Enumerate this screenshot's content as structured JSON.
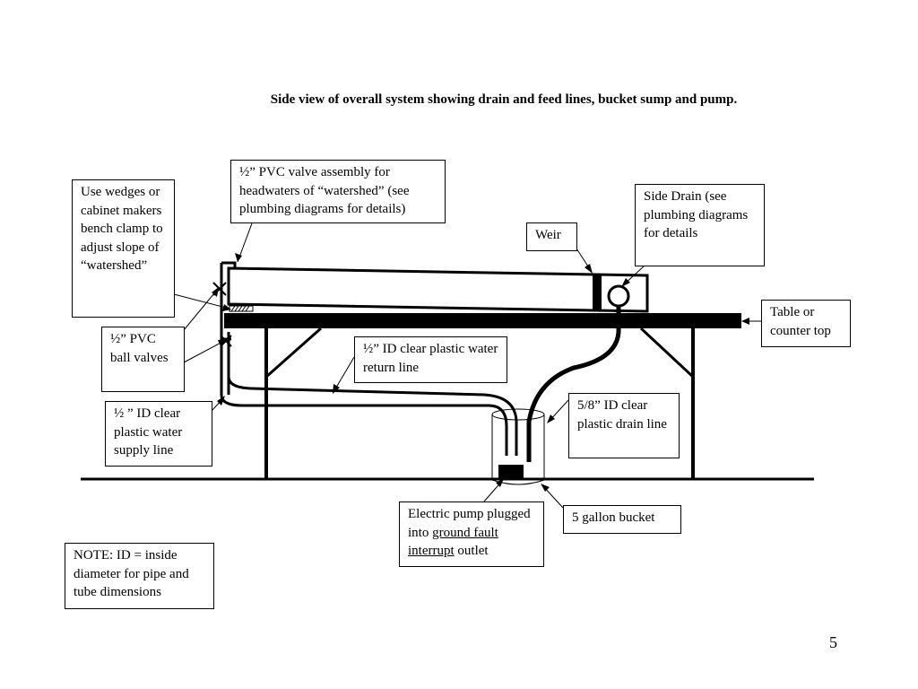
{
  "title": "Side view of overall system showing drain and feed lines, bucket sump and pump.",
  "labels": {
    "valve_assembly": "½” PVC valve assembly for headwaters of “watershed” (see plumbing diagrams for details)",
    "wedges": "Use wedges or cabinet makers bench clamp to adjust slope of “watershed”",
    "weir": "Weir",
    "side_drain": "Side Drain (see plumbing diagrams for details",
    "table": "Table or counter top",
    "ball_valves": "½” PVC ball valves",
    "return_line": "½” ID clear plastic water return line",
    "supply_line": "½ ” ID clear plastic water supply line",
    "drain_line": "5/8” ID clear plastic drain line",
    "pump_prefix": "Electric pump plugged into ",
    "pump_gfi": "ground fault interrupt",
    "pump_suffix": " outlet",
    "bucket": "5 gallon bucket",
    "note": "NOTE:  ID = inside diameter for pipe and tube dimensions"
  },
  "page_number": "5"
}
